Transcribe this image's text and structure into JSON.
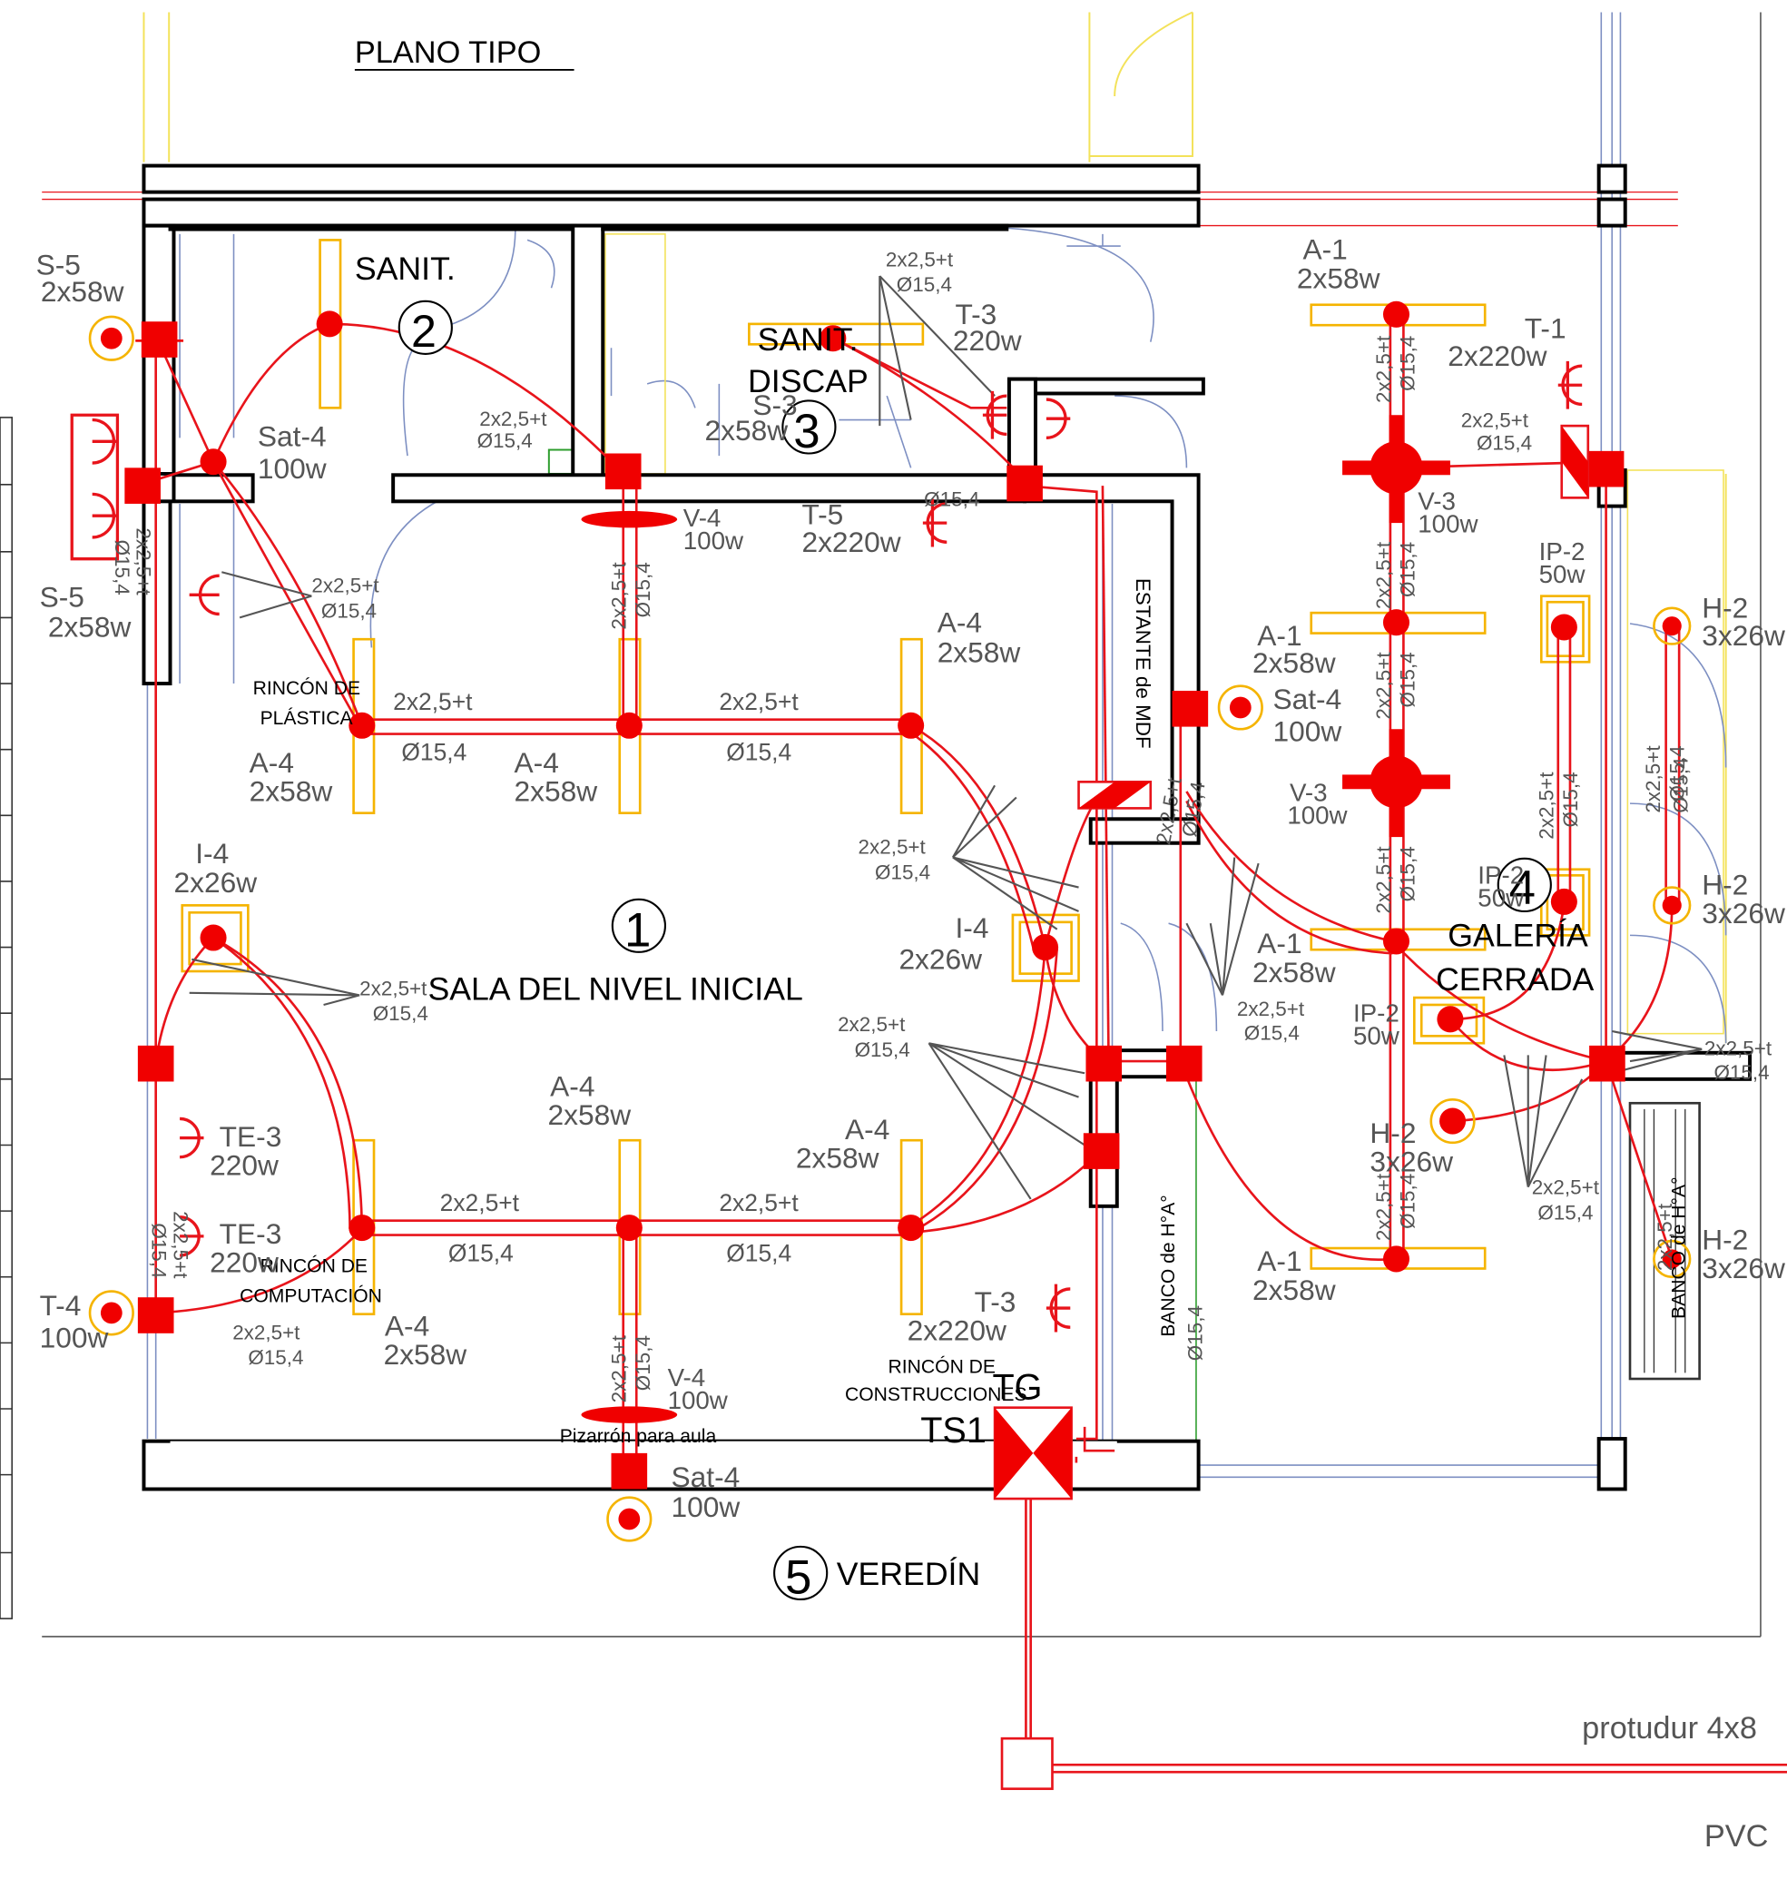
{
  "title": "PLANO TIPO",
  "rooms": [
    {
      "number": "1",
      "name": "SALA DEL NIVEL INICIAL"
    },
    {
      "number": "2",
      "name": "SANIT."
    },
    {
      "number": "3",
      "name_line1": "SANIT.",
      "name_line2": "DISCAP"
    },
    {
      "number": "4",
      "name_line1": "GALERÍA",
      "name_line2": "CERRADA"
    },
    {
      "number": "5",
      "name": "VEREDÍN"
    }
  ],
  "corners": [
    "RINCÓN DE",
    "PLÁSTICA",
    "RINCÓN DE",
    "COMPUTACIÓN",
    "RINCÓN DE",
    "CONSTRUCCIONES"
  ],
  "notes": [
    "Pizarrón para aula",
    "ESTANTE de MDF",
    "BANCO de H°A°",
    "BANCO de H°A°"
  ],
  "panels": [
    "TG",
    "TS1"
  ],
  "bottom_right": [
    "protudur 4x8",
    "PVC"
  ],
  "fixtures": [
    [
      "S-5",
      "2x58w"
    ],
    [
      "Sat-4",
      "100w"
    ],
    [
      "S-5",
      "2x58w"
    ],
    [
      "S-3",
      "2x58w"
    ],
    [
      "T-3",
      "220w"
    ],
    [
      "V-4",
      "100w"
    ],
    [
      "T-5",
      "2x220w"
    ],
    [
      "A-1",
      "2x58w"
    ],
    [
      "T-1",
      "2x220w"
    ],
    [
      "V-3",
      "100w"
    ],
    [
      "IP-2",
      "50w"
    ],
    [
      "H-2",
      "3x26w"
    ],
    [
      "A-4",
      "2x58w"
    ],
    [
      "A-1",
      "2x58w"
    ],
    [
      "Sat-4",
      "100w"
    ],
    [
      "A-4",
      "2x58w"
    ],
    [
      "A-4",
      "2x58w"
    ],
    [
      "V-3",
      "100w"
    ],
    [
      "I-4",
      "2x26w"
    ],
    [
      "I-4",
      "2x26w"
    ],
    [
      "IP-2",
      "50w"
    ],
    [
      "H-2",
      "3x26w"
    ],
    [
      "A-1",
      "2x58w"
    ],
    [
      "IP-2",
      "50w"
    ],
    [
      "A-4",
      "2x58w"
    ],
    [
      "A-4",
      "2x58w"
    ],
    [
      "TE-3",
      "220w"
    ],
    [
      "H-2",
      "3x26w"
    ],
    [
      "TE-3",
      "220w"
    ],
    [
      "A-1",
      "2x58w"
    ],
    [
      "T-4",
      "100w"
    ],
    [
      "A-4",
      "2x58w"
    ],
    [
      "T-3",
      "2x220w"
    ],
    [
      "H-2",
      "3x26w"
    ],
    [
      "V-4",
      "100w"
    ],
    [
      "Sat-4",
      "100w"
    ]
  ],
  "wiring": [
    [
      "2x2,5+t",
      "Ø15,4"
    ],
    [
      "2x2,5+t",
      "Ø15,4"
    ],
    [
      "2x2,5+t",
      "Ø15,4"
    ],
    [
      "2x2,5+t",
      "Ø15,4"
    ],
    [
      "2x2,5+t",
      "Ø15,4"
    ],
    [
      "2x2,5+t",
      "Ø15,4"
    ],
    [
      "2x2,5+t",
      "Ø15,4"
    ],
    [
      "2x2,5+t",
      "Ø15,4"
    ],
    [
      "2x2,5+t",
      "Ø15,4"
    ],
    [
      "2x2,5+t",
      "Ø15,4"
    ],
    [
      "2x2,5+t",
      "Ø15,4"
    ],
    [
      "2x2,5+t",
      "Ø15,4"
    ],
    [
      "2x2,5+t",
      "Ø15,4"
    ],
    [
      "2x2,5+t",
      "Ø15,4"
    ],
    [
      "2x2,5+t",
      "Ø15,4"
    ],
    [
      "2x2,5+t",
      "Ø15,4"
    ],
    [
      "2x2,5+t",
      "Ø15,4"
    ],
    [
      "2x2,5+t",
      "Ø15,4"
    ],
    [
      "2x2,5+t",
      "Ø15,4"
    ],
    [
      "2x2,5+t",
      "Ø15,4"
    ],
    [
      "2x2,5+t",
      "Ø15,4"
    ],
    [
      "2x2,5+t",
      "Ø15,4"
    ],
    [
      "2x2,5+t",
      "Ø15,4"
    ],
    [
      "2x2,5+t",
      "Ø15,4"
    ],
    [
      "2x2,5+t",
      "Ø15,4"
    ],
    [
      "2x2,5+t",
      "Ø15,4"
    ],
    [
      "2x2,5+t",
      "Ø15,4"
    ],
    [
      "2x2,5+t",
      "Ø15,4"
    ],
    [
      "Ø15,4"
    ],
    [
      "Ø15,4"
    ],
    [
      "Ø15,4"
    ]
  ]
}
